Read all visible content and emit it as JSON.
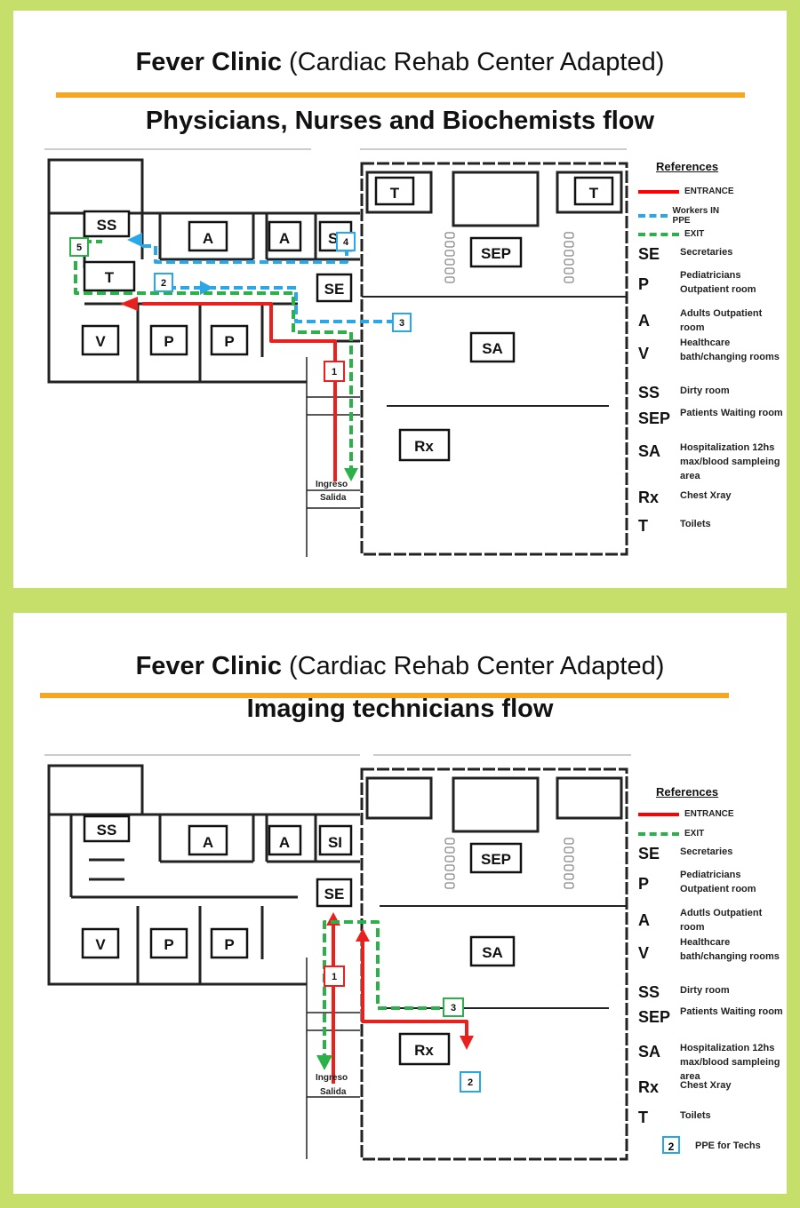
{
  "panels": [
    {
      "title_bold": "Fever Clinic",
      "title_rest": " (Cardiac Rehab Center Adapted)",
      "subtitle": "Physicians, Nurses and Biochemists flow",
      "rooms": {
        "ss": "SS",
        "a1": "A",
        "a2": "A",
        "si": "SI",
        "t_left": "T",
        "t_top1": "T",
        "t_top2": "T",
        "sep": "SEP",
        "se": "SE",
        "v": "V",
        "p1": "P",
        "p2": "P",
        "sa": "SA",
        "rx": "Rx"
      },
      "entrance_label_1": "Ingreso",
      "entrance_label_2": "Salida",
      "step_markers": [
        "1",
        "2",
        "3",
        "4",
        "5"
      ],
      "references": {
        "title": "References",
        "lines": [
          {
            "label": "ENTRANCE",
            "color": "#e8211e"
          },
          {
            "label": "Workers IN PPE",
            "color": "#2aa7e6"
          },
          {
            "label": "EXIT",
            "color": "#2bb04a"
          }
        ],
        "items": [
          {
            "abbr": "SE",
            "desc": "Secretaries"
          },
          {
            "abbr": "P",
            "desc": "Pediatricians Outpatient room"
          },
          {
            "abbr": "A",
            "desc": "Adults Outpatient room"
          },
          {
            "abbr": "V",
            "desc": "Healthcare bath/changing rooms"
          },
          {
            "abbr": "SS",
            "desc": "Dirty room"
          },
          {
            "abbr": "SEP",
            "desc": "Patients Waiting room"
          },
          {
            "abbr": "SA",
            "desc": "Hospitalization 12hs max/blood sampleing area"
          },
          {
            "abbr": "Rx",
            "desc": "Chest Xray"
          },
          {
            "abbr": "T",
            "desc": "Toilets"
          }
        ]
      }
    },
    {
      "title_bold": "Fever Clinic",
      "title_rest": " (Cardiac Rehab Center Adapted)",
      "subtitle": "Imaging technicians flow",
      "rooms": {
        "ss": "SS",
        "a1": "A",
        "a2": "A",
        "si": "SI",
        "sep": "SEP",
        "se": "SE",
        "v": "V",
        "p1": "P",
        "p2": "P",
        "sa": "SA",
        "rx": "Rx"
      },
      "entrance_label_1": "Ingreso",
      "entrance_label_2": "Salida",
      "step_markers": [
        "1",
        "2",
        "3"
      ],
      "references": {
        "title": "References",
        "lines": [
          {
            "label": "ENTRANCE",
            "color": "#e8211e"
          },
          {
            "label": "EXIT",
            "color": "#2bb04a"
          }
        ],
        "items": [
          {
            "abbr": "SE",
            "desc": "Secretaries"
          },
          {
            "abbr": "P",
            "desc": "Pediatricians Outpatient room"
          },
          {
            "abbr": "A",
            "desc": "Adutls Outpatient room"
          },
          {
            "abbr": "V",
            "desc": "Healthcare bath/changing rooms"
          },
          {
            "abbr": "SS",
            "desc": "Dirty room"
          },
          {
            "abbr": "SEP",
            "desc": "Patients Waiting room"
          },
          {
            "abbr": "SA",
            "desc": "Hospitalization 12hs max/blood sampleing area"
          },
          {
            "abbr": "Rx",
            "desc": "Chest Xray"
          },
          {
            "abbr": "T",
            "desc": "Toilets"
          }
        ],
        "ppe_box": "2",
        "ppe_label": "PPE for Techs"
      }
    }
  ]
}
